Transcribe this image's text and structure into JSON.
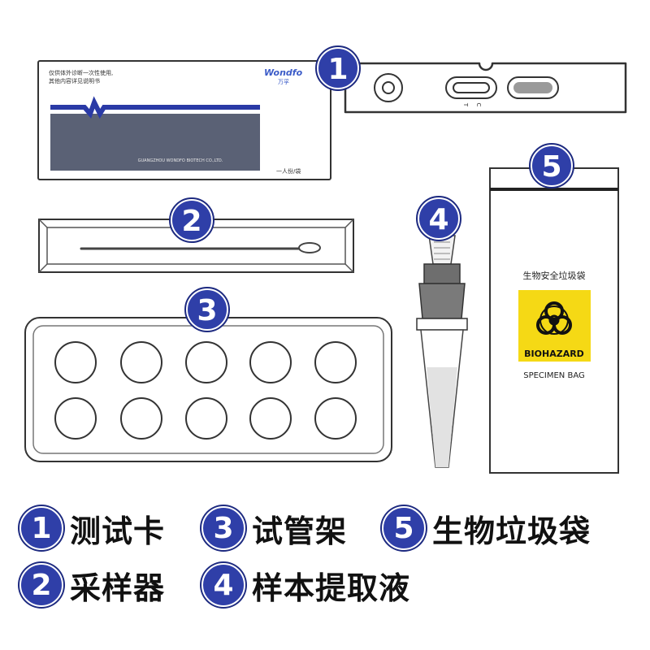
{
  "colors": {
    "badge": "#2f3fa8",
    "badge_border": "#1d2a80",
    "outline": "#333333",
    "card_band": "#5a6175",
    "card_stripe": "#2a3aa6",
    "hazard_yellow": "#f5d915"
  },
  "badges": [
    "1",
    "2",
    "3",
    "4",
    "5"
  ],
  "test_card": {
    "note_line1": "仅供体外诊断一次性使用,",
    "note_line2": "其他内容详见说明书",
    "brand_latin": "Wondfo",
    "brand_cn": "万孚",
    "company": "GUANGZHOU WONDFO BIOTECH CO.,LTD.",
    "unit": "一人份/袋",
    "label_c": "C",
    "label_t": "T"
  },
  "bag": {
    "title": "生物安全垃圾袋",
    "hazard_label": "BIOHAZARD",
    "caption": "SPECIMEN BAG"
  },
  "legend": [
    {
      "num": "1",
      "label": "测试卡"
    },
    {
      "num": "3",
      "label": "试管架"
    },
    {
      "num": "5",
      "label": "生物垃圾袋"
    },
    {
      "num": "2",
      "label": "采样器"
    },
    {
      "num": "4",
      "label": "样本提取液"
    }
  ]
}
